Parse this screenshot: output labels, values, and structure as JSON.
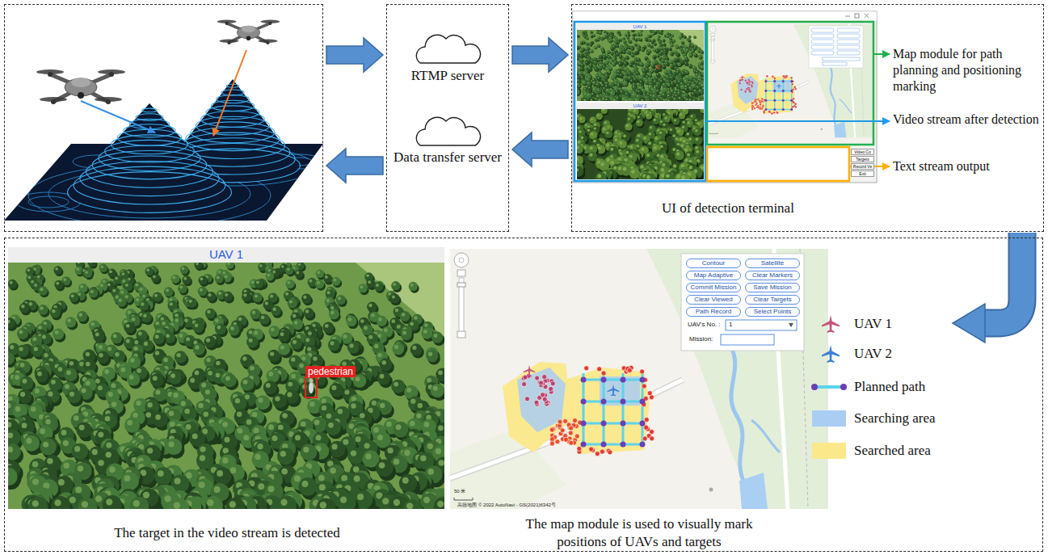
{
  "diagram": {
    "nodes": [
      {
        "text": []
      },
      {
        "text": [
          "RTMP server",
          "Data transfer server"
        ]
      },
      {
        "text": [
          "UI of detection terminal"
        ]
      },
      {
        "text": [
          "The target in the video stream is detected",
          "The map module is used to visually mark positions of UAVs and targets"
        ]
      }
    ],
    "edges": [
      {
        "from": 0,
        "to": 1,
        "arrow": "to"
      },
      {
        "from": 1,
        "to": 2,
        "arrow": "to"
      },
      {
        "from": 2,
        "to": 1,
        "arrow": "to"
      },
      {
        "from": 1,
        "to": 0,
        "arrow": "to"
      },
      {
        "from": 2,
        "to": 3,
        "arrow": "to"
      }
    ],
    "labels": [
      "UAV 1",
      "UAV 2",
      "Video Co",
      "Targets",
      "Record Ve",
      "Exit",
      "Map module for path planning and positioning marking",
      "Video stream after detection",
      "Text stream output",
      "UAV 1",
      "pedestrian",
      "Contour",
      "Satellite",
      "Map Adaptive",
      "Clear Markers",
      "Commit Mission",
      "Save Mission",
      "Clear Viewed",
      "Clear Targets",
      "Path Record",
      "Select Points",
      "UAV's No. :",
      "1",
      "Mission:",
      "50 米",
      "高德地图",
      "© 2022 AutoNavi - GS(2021)6342号"
    ],
    "legend": [
      {
        "text": "UAV 1"
      },
      {
        "text": "UAV 2"
      },
      {
        "text": "Planned path"
      },
      {
        "text": "Searching area",
        "color": "#a9cdf3"
      },
      {
        "text": "Searched area",
        "color": "#fbe88a"
      }
    ]
  }
}
